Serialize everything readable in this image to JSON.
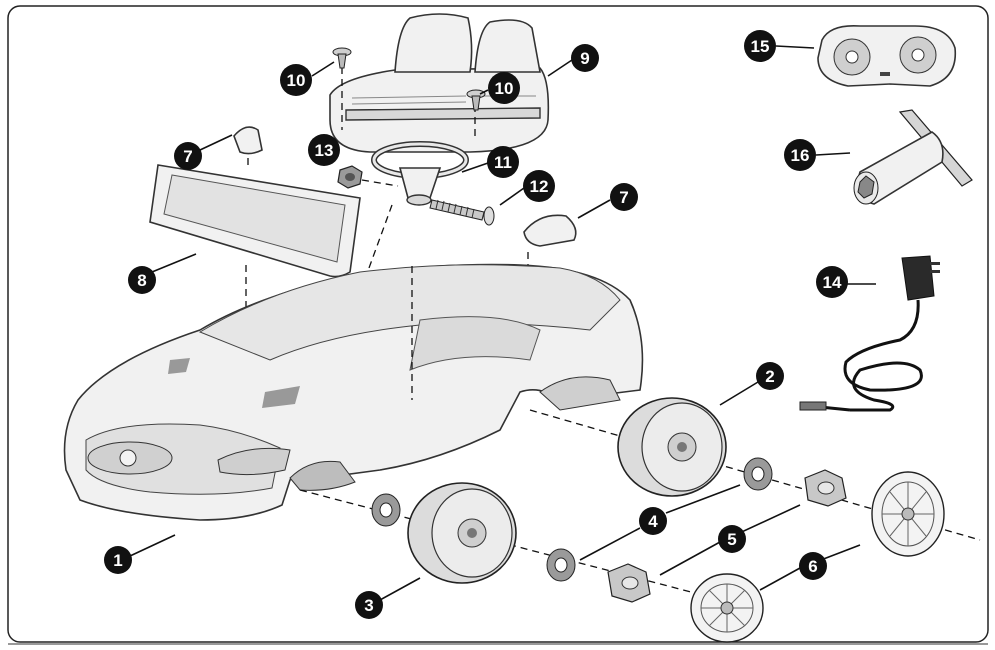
{
  "diagram": {
    "callouts": [
      {
        "id": "1",
        "label": "1"
      },
      {
        "id": "2",
        "label": "2"
      },
      {
        "id": "3",
        "label": "3"
      },
      {
        "id": "4",
        "label": "4"
      },
      {
        "id": "5",
        "label": "5"
      },
      {
        "id": "6",
        "label": "6"
      },
      {
        "id": "7a",
        "label": "7"
      },
      {
        "id": "7b",
        "label": "7"
      },
      {
        "id": "8",
        "label": "8"
      },
      {
        "id": "9",
        "label": "9"
      },
      {
        "id": "10a",
        "label": "10"
      },
      {
        "id": "10b",
        "label": "10"
      },
      {
        "id": "11",
        "label": "11"
      },
      {
        "id": "12",
        "label": "12"
      },
      {
        "id": "13",
        "label": "13"
      },
      {
        "id": "14",
        "label": "14"
      },
      {
        "id": "15",
        "label": "15"
      },
      {
        "id": "16",
        "label": "16"
      }
    ]
  }
}
